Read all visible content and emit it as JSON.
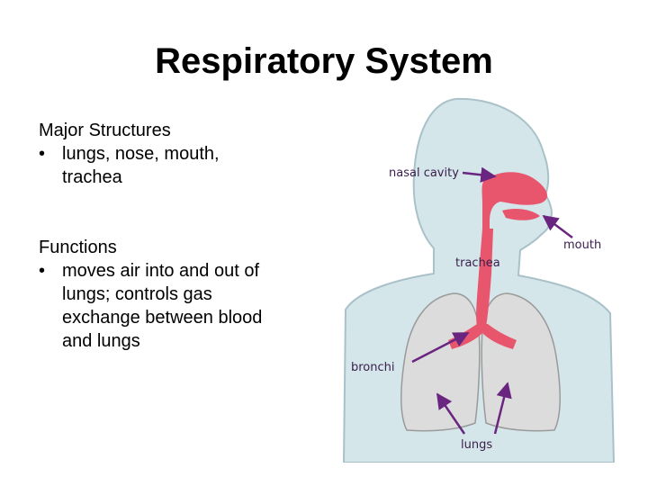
{
  "slide": {
    "title": "Respiratory System",
    "sections": [
      {
        "heading": "Major Structures",
        "bullet_marker": "•",
        "bullet_lines": [
          "lungs, nose, mouth,",
          "trachea"
        ]
      },
      {
        "heading": "Functions",
        "bullet_marker": "•",
        "bullet_lines": [
          "moves air into and out of",
          "lungs; controls gas",
          "exchange between blood",
          "and lungs"
        ]
      }
    ]
  },
  "diagram": {
    "labels": {
      "nasal_cavity": "nasal cavity",
      "mouth": "mouth",
      "trachea": "trachea",
      "bronchi": "bronchi",
      "lungs": "lungs"
    },
    "colors": {
      "body": "#d4e6ea",
      "body_outline": "#a9c1c8",
      "lungs": "#dcdcdc",
      "airway": "#e8566e",
      "arrow": "#6a2580"
    }
  }
}
